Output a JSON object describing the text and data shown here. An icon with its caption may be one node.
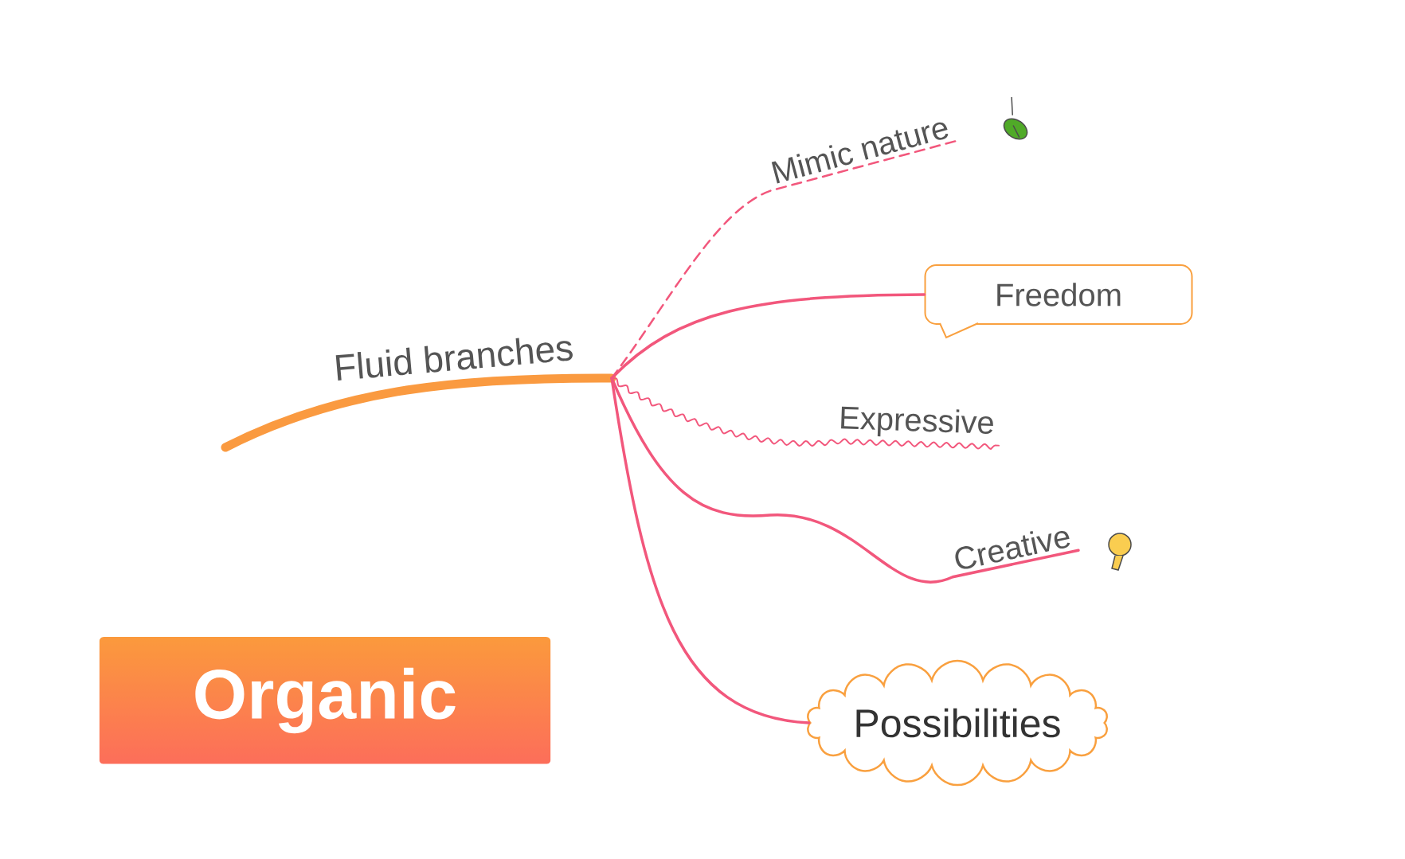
{
  "diagram": {
    "nodes": [
      {
        "text": [
          "Fluid branches"
        ]
      },
      {
        "text": [
          "Mimic nature"
        ]
      },
      {
        "text": [
          "Freedom"
        ]
      },
      {
        "text": [
          "Expressive"
        ]
      },
      {
        "text": [
          "Creative"
        ]
      },
      {
        "text": [
          "Possibilities"
        ]
      },
      {
        "text": [
          "Organic"
        ]
      }
    ],
    "edges": [
      {
        "from": null,
        "to": 0,
        "arrow": "none",
        "style": "thick",
        "color": "#fa9a40"
      },
      {
        "from": 0,
        "to": 1,
        "arrow": "none",
        "style": "dashed"
      },
      {
        "from": 0,
        "to": 2,
        "arrow": "none"
      },
      {
        "from": 0,
        "to": 3,
        "arrow": "none"
      },
      {
        "from": 0,
        "to": 4,
        "arrow": "none"
      },
      {
        "from": 0,
        "to": 5,
        "arrow": "none"
      }
    ]
  }
}
